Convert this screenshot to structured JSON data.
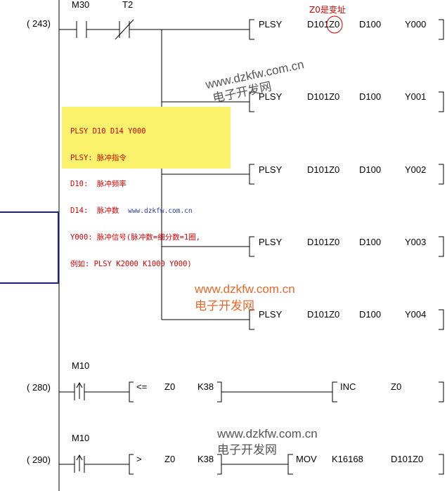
{
  "rungs": [
    {
      "step": "( 243)",
      "contacts": [
        {
          "label": "M30",
          "type": "NO"
        },
        {
          "label": "T2",
          "type": "NC"
        }
      ],
      "outputs": [
        {
          "inst": "PLSY",
          "op1": "D101Z0",
          "op2": "D100",
          "op3": "Y000"
        },
        {
          "inst": "PLSY",
          "op1": "D101Z0",
          "op2": "D100",
          "op3": "Y001"
        },
        {
          "inst": "PLSY",
          "op1": "D101Z0",
          "op2": "D100",
          "op3": "Y002"
        },
        {
          "inst": "PLSY",
          "op1": "D101Z0",
          "op2": "D100",
          "op3": "Y003"
        },
        {
          "inst": "PLSY",
          "op1": "D101Z0",
          "op2": "D100",
          "op3": "Y004"
        }
      ]
    },
    {
      "step": "( 280)",
      "contact": {
        "label": "M10",
        "type": "rising-edge"
      },
      "compare": {
        "op": "<=",
        "a": "Z0",
        "b": "K38"
      },
      "output": {
        "inst": "INC",
        "op1": "Z0"
      }
    },
    {
      "step": "( 290)",
      "contact": {
        "label": "M10",
        "type": "rising-edge"
      },
      "compare": {
        "op": ">",
        "a": "Z0",
        "b": "K38"
      },
      "output": {
        "inst": "MOV",
        "op1": "K16168",
        "op2": "D101Z0"
      }
    }
  ],
  "annotation": {
    "text": "Z0是变址",
    "color": "#d40000"
  },
  "note": {
    "lines": [
      "PLSY D10 D14 Y000",
      "PLSY: 脉冲指令",
      "D10:  脉冲频率",
      "D14:  脉冲数",
      "Y000: 脉冲信号(脉冲数=细分数=1圈,",
      "例如: PLSY K2000 K1000 Y000)"
    ],
    "url": "www.dzkfw.com.cn",
    "background": "#fbf36c",
    "text_color": "#d40000"
  },
  "watermarks": [
    {
      "line1": "www.dzkfw.com.cn",
      "line2": "电子开发网",
      "color": "#555555"
    },
    {
      "line1": "www.dzkfw.com.cn",
      "line2": "电子开发网",
      "color": "#e8672a"
    },
    {
      "line1": "www.dzkfw.com.cn",
      "line2": "电子开发网",
      "color": "#555555"
    }
  ],
  "colors": {
    "line": "#000000",
    "selection_box": "#1a237e",
    "annotation_circle": "#d40000"
  }
}
